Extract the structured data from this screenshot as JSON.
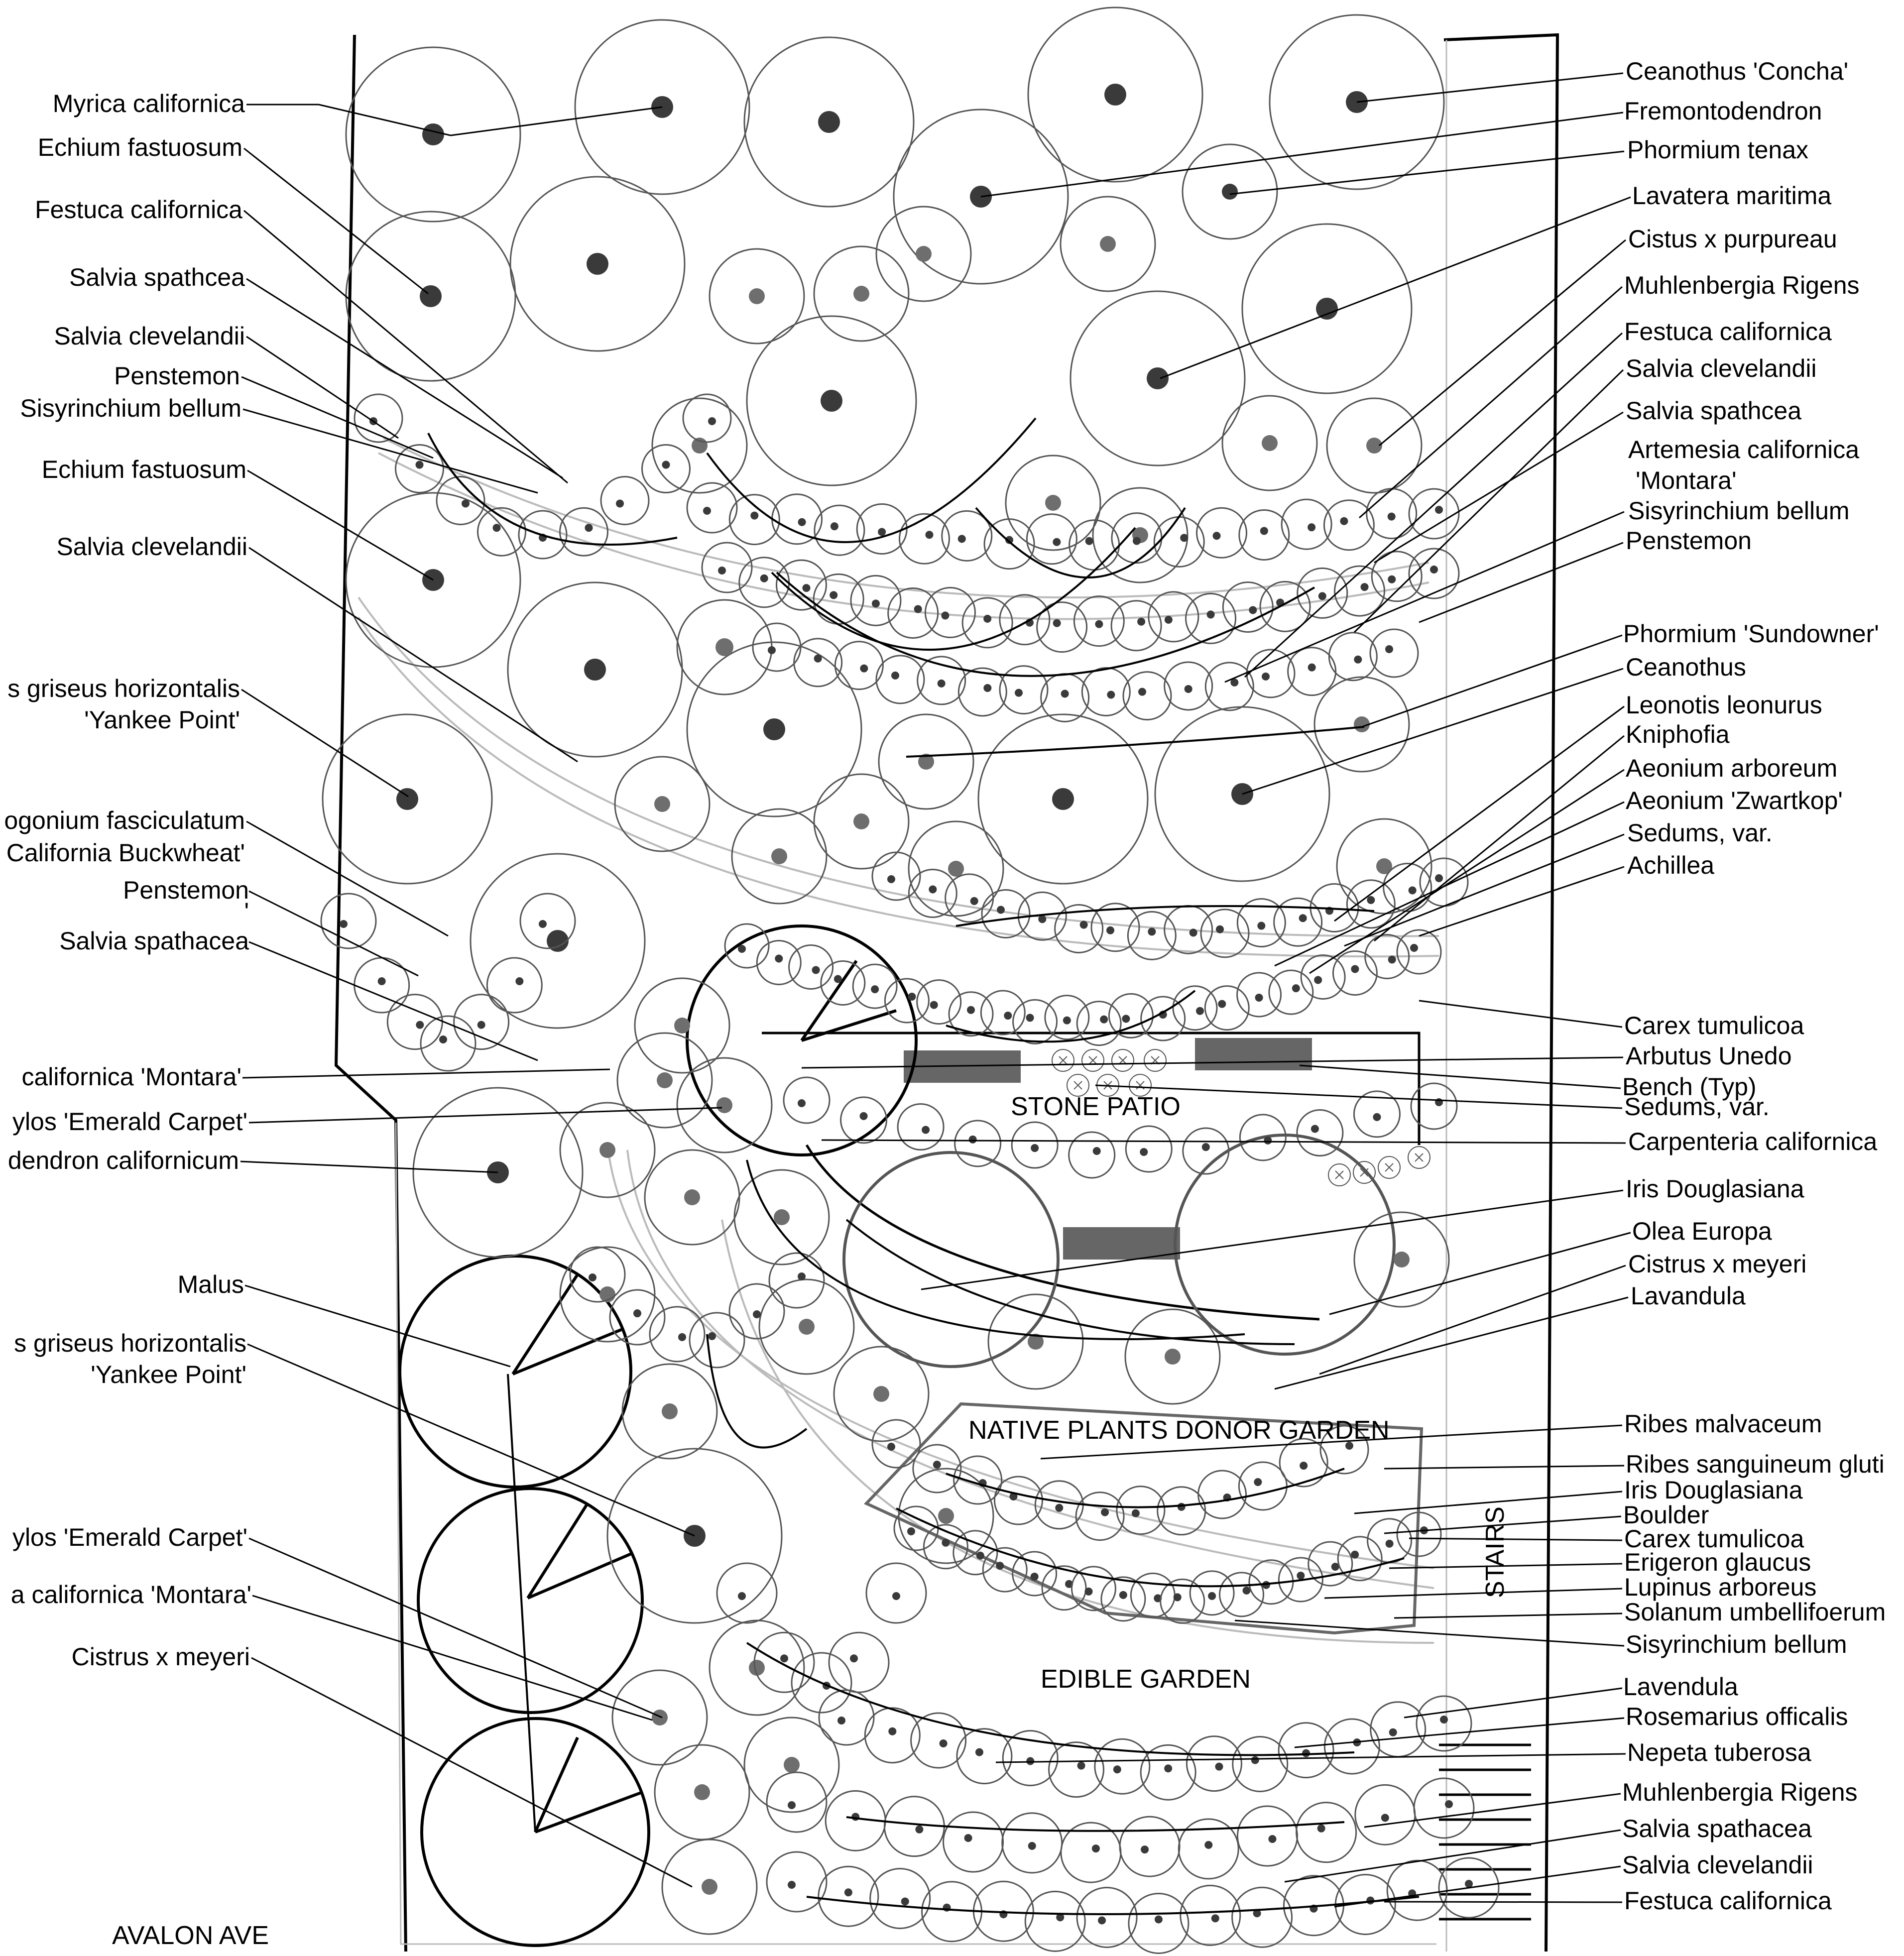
{
  "labels_left": [
    "Myrica californica",
    "Echium fastuosum",
    "Festuca californica",
    "Salvia spathcea",
    "Salvia clevelandii",
    "Penstemon",
    "Sisyrinchium bellum",
    "Echium fastuosum",
    "Salvia clevelandii",
    "s griseus horizontalis",
    "'Yankee Point'",
    "ogonium fasciculatum",
    "California Buckwheat'",
    "Penstemon",
    "'",
    "Salvia spathacea",
    "californica 'Montara'",
    "ylos 'Emerald Carpet'",
    "dendron californicum",
    "Malus",
    "s griseus horizontalis",
    "'Yankee Point'",
    "ylos 'Emerald Carpet'",
    "a californica 'Montara'",
    "Cistrus x meyeri"
  ],
  "labels_right": [
    "Ceanothus 'Concha'",
    "Fremontodendron",
    "Phormium tenax",
    "Lavatera maritima",
    "Cistus x purpureau",
    "Muhlenbergia Rigens",
    "Festuca californica",
    "Salvia clevelandii",
    "Salvia spathcea",
    "Artemesia californica",
    "'Montara'",
    "Sisyrinchium bellum",
    "Penstemon",
    "Phormium 'Sundowner'",
    "Ceanothus",
    "Leonotis leonurus",
    "Kniphofia",
    "Aeonium arboreum",
    "Aeonium 'Zwartkop'",
    "Sedums, var.",
    "Achillea",
    "Carex tumulicoa",
    "Arbutus Unedo",
    "Bench (Typ)",
    "Sedums, var.",
    "Carpenteria californica",
    "Iris Douglasiana",
    "Olea Europa",
    "Cistrus x meyeri",
    "Lavandula",
    "Ribes malvaceum",
    "Ribes sanguineum gluti",
    "Iris Douglasiana",
    "Boulder",
    "Carex tumulicoa",
    "Erigeron glaucus",
    "Lupinus arboreus",
    "Solanum umbellifoerum",
    "Sisyrinchium bellum",
    "Lavendula",
    "Rosemarius officalis",
    "Nepeta tuberosa",
    "Muhlenbergia Rigens",
    "Salvia spathacea",
    "Salvia clevelandii",
    "Festuca californica"
  ],
  "areas": {
    "stone_patio": "STONE PATIO",
    "native_garden": "NATIVE PLANTS DONOR GARDEN",
    "edible_garden": "EDIBLE GARDEN",
    "stairs": "STAIRS",
    "street": "AVALON AVE"
  },
  "colors": {
    "line": "#000000",
    "circle": "#555555",
    "light": "#bbbbbb",
    "dot_dark": "#3a3a3a",
    "dot_mid": "#6e6e6e",
    "bench": "#666666"
  }
}
